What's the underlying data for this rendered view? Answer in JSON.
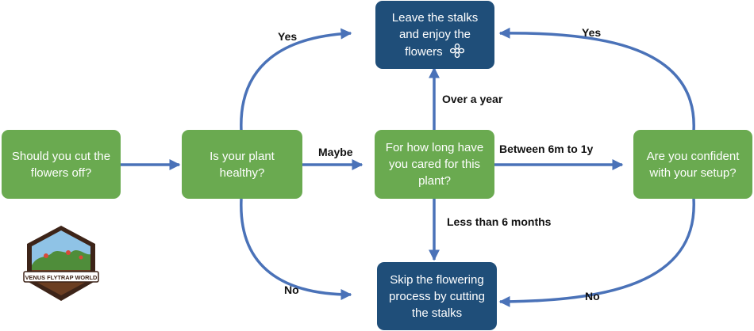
{
  "nodes": {
    "should_cut": "Should you cut the flowers off?",
    "healthy": "Is your plant healthy?",
    "how_long": "For how long have you cared for this plant?",
    "confident": "Are you confident with your setup?",
    "leave": "Leave the stalks and enjoy the flowers",
    "skip": "Skip the flowering process by cutting the stalks"
  },
  "edge_labels": {
    "yes_top": "Yes",
    "maybe": "Maybe",
    "no_bottom": "No",
    "over_year": "Over a year",
    "between": "Between 6m to 1y",
    "less": "Less than 6 months",
    "yes_right": "Yes",
    "no_right": "No"
  },
  "logo_text": "VENUS FLYTRAP WORLD",
  "colors": {
    "question_fill": "#6aaa50",
    "outcome_fill": "#1f4e79",
    "arrow": "#4a72b8"
  },
  "icons": {
    "flower": "flower-icon"
  }
}
